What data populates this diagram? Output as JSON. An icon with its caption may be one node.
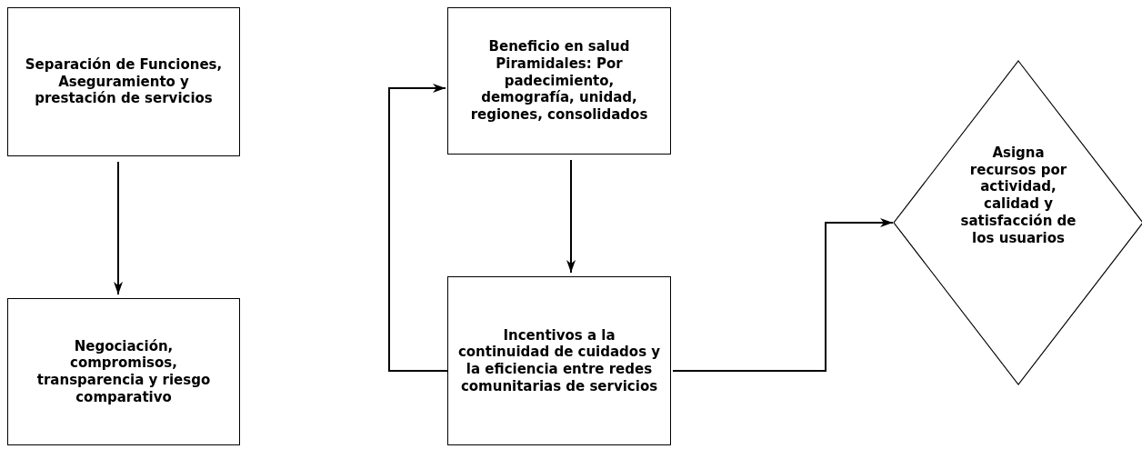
{
  "diagram": {
    "nodes": [
      {
        "text": [
          "Separación de Funciones, Aseguramiento y prestación de servicios"
        ]
      },
      {
        "text": [
          "Negociación, compromisos, transparencia y riesgo comparativo"
        ]
      },
      {
        "text": [
          "Beneficio en salud Piramidales: Por padecimiento, demografía, unidad, regiones, consolidados"
        ]
      },
      {
        "text": [
          "Incentivos a la continuidad de cuidados y la eficiencia entre redes comunitarias de servicios"
        ]
      },
      {
        "text": [
          "Asigna recursos por actividad, calidad y satisfacción de los usuarios"
        ]
      }
    ],
    "edges": [
      {
        "from": 0,
        "to": 1,
        "arrow": "to"
      },
      {
        "from": 3,
        "to": 2,
        "arrow": "to"
      },
      {
        "from": 2,
        "to": 3,
        "arrow": "to"
      },
      {
        "from": 3,
        "to": 4,
        "arrow": "to"
      }
    ]
  }
}
